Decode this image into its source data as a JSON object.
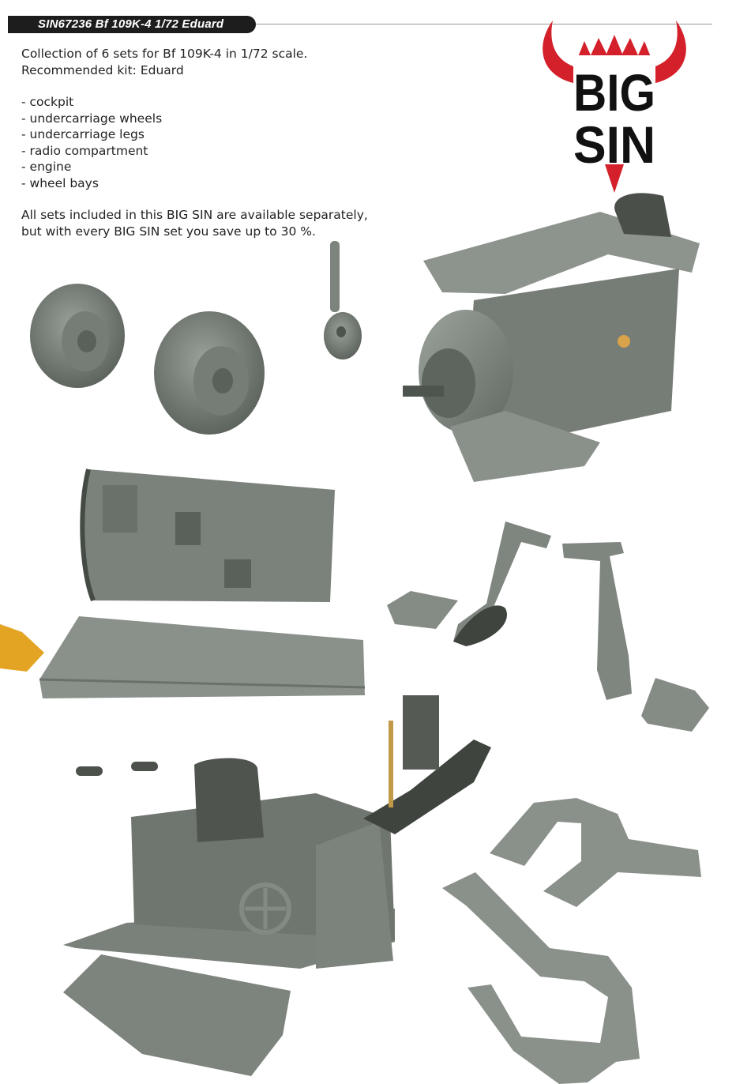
{
  "header": {
    "code_title": "SIN67236  Bf 109K-4  1/72  Eduard"
  },
  "description": {
    "line1": "Collection of  6 sets for Bf 109K-4 in 1/72 scale.",
    "line2": "Recommended kit: Eduard",
    "items": [
      "cockpit",
      "undercarriage wheels",
      "undercarriage legs",
      "radio compartment",
      "engine",
      "wheel bays"
    ],
    "footer1": "All sets included in this BIG SIN are available separately,",
    "footer2": "but with every BIG SIN set you save up to 30 %."
  },
  "logo": {
    "word1": "BIG",
    "word2": "SIN",
    "horn_color": "#d4202a",
    "text_color": "#111111"
  },
  "colors": {
    "resin_grey": "#8a908a",
    "resin_dark": "#6f756f",
    "photo_etch": "#e3a423"
  }
}
